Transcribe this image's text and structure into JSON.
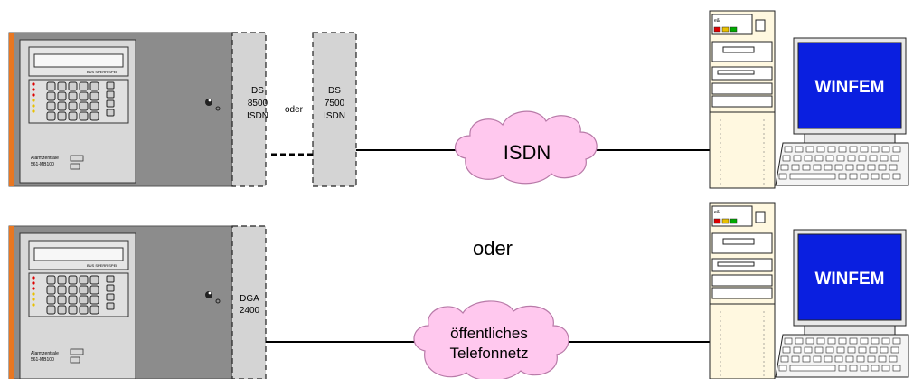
{
  "top": {
    "panel_label_line1": "Alarmzentrale",
    "panel_label_line2": "561-MB100",
    "ds8500": [
      "DS",
      "8500",
      "ISDN"
    ],
    "oder_small": "oder",
    "ds7500": [
      "DS",
      "7500",
      "ISDN"
    ],
    "network_label": "ISDN",
    "monitor_label": "WINFEM"
  },
  "middle": {
    "oder_label": "oder"
  },
  "bottom": {
    "panel_label_line1": "Alarmzentrale",
    "panel_label_line2": "561-MB100",
    "dga": [
      "DGA",
      "2400"
    ],
    "network_label_line1": "öffentliches",
    "network_label_line2": "Telefonnetz",
    "monitor_label": "WINFEM"
  },
  "colors": {
    "panel": "#8c8c8c",
    "module": "#d4d4d4",
    "cloud": "#ffc8ee",
    "screen": "#0a1fe0",
    "accent": "#e87722"
  }
}
